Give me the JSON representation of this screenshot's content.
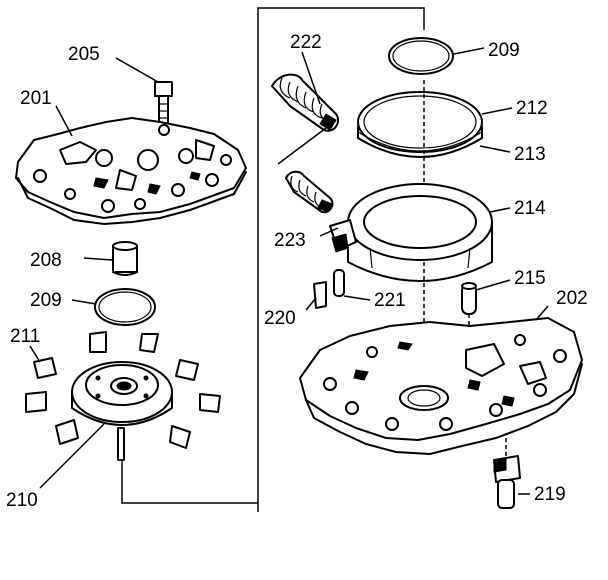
{
  "diagram": {
    "line_color": "#000000",
    "background": "#ffffff",
    "labels": {
      "l205": "205",
      "l201": "201",
      "l222": "222",
      "l209a": "209",
      "l212": "212",
      "l213": "213",
      "l214": "214",
      "l223": "223",
      "l215": "215",
      "l208": "208",
      "l209b": "209",
      "l221": "221",
      "l202": "202",
      "l220": "220",
      "l211": "211",
      "l210": "210",
      "l219": "219"
    }
  }
}
